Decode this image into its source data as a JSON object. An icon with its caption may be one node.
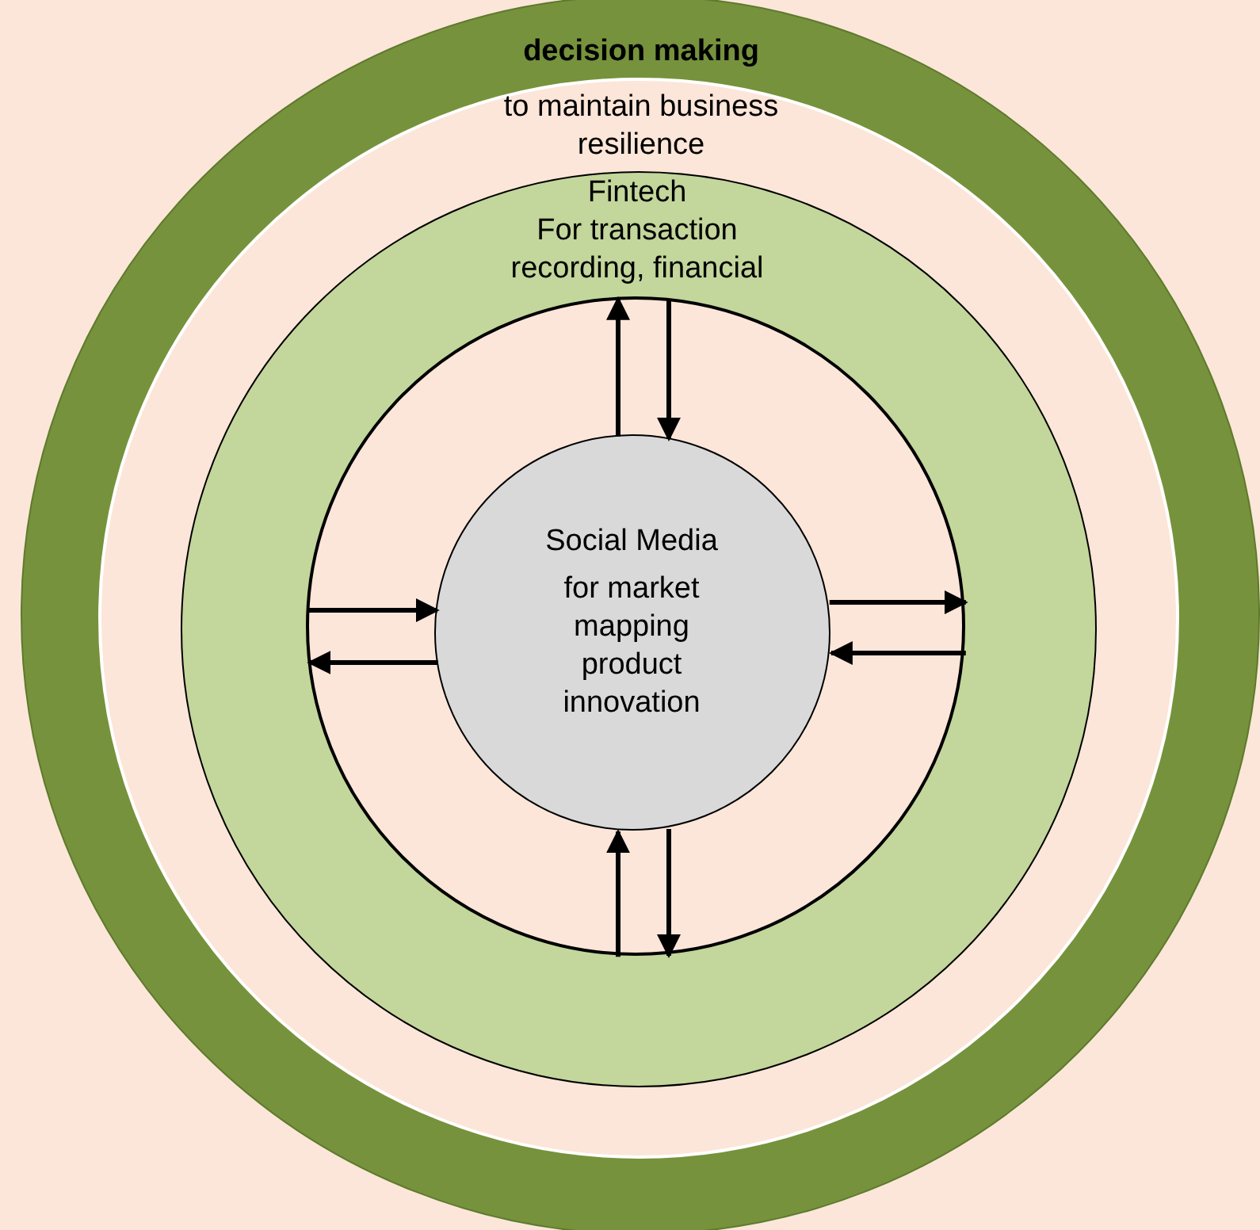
{
  "diagram": {
    "nodes": [
      {
        "text": [
          "decision making",
          "to maintain business resilience"
        ]
      },
      {
        "text": [
          "Fintech",
          "For transaction recording, financial"
        ],
        "in": 0
      },
      {
        "text": [],
        "shape": "circle",
        "in": 1
      },
      {
        "text": [
          "Social Media",
          "for market mapping product innovation"
        ],
        "in": 2
      }
    ],
    "edges": [
      {
        "from": 3,
        "to": 2,
        "arrow": "to"
      },
      {
        "from": 2,
        "to": 3,
        "arrow": "to"
      },
      {
        "from": 2,
        "to": 3,
        "arrow": "to"
      },
      {
        "from": 3,
        "to": 2,
        "arrow": "to"
      },
      {
        "from": 3,
        "to": 2,
        "arrow": "to"
      },
      {
        "from": 2,
        "to": 3,
        "arrow": "to"
      },
      {
        "from": 2,
        "to": 3,
        "arrow": "to"
      },
      {
        "from": 3,
        "to": 2,
        "arrow": "to"
      }
    ]
  }
}
